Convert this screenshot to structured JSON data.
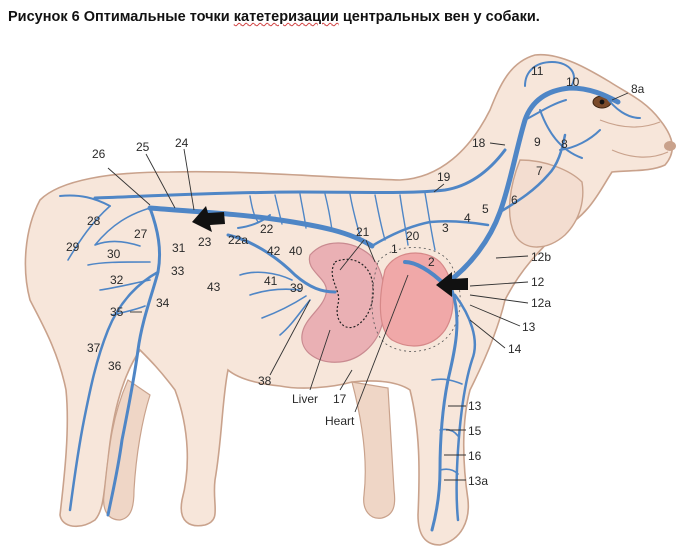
{
  "caption": {
    "prefix": "Рисунок 6 Оптимальные точки ",
    "underlined": "катетеризации",
    "suffix": " центральных вен у собаки."
  },
  "colors": {
    "body_fill": "#f7e6da",
    "body_outline": "#c9a28c",
    "vein": "#4f86c6",
    "vein_light": "#8fb6e0",
    "liver": "#eab0b4",
    "heart": "#f0a8a8",
    "arrow": "#111111"
  },
  "labels": [
    {
      "id": "8a",
      "text": "8a"
    },
    {
      "id": "11",
      "text": "11"
    },
    {
      "id": "10",
      "text": "10"
    },
    {
      "id": "9",
      "text": "9"
    },
    {
      "id": "8",
      "text": "8"
    },
    {
      "id": "7",
      "text": "7"
    },
    {
      "id": "18",
      "text": "18"
    },
    {
      "id": "6",
      "text": "6"
    },
    {
      "id": "5",
      "text": "5"
    },
    {
      "id": "4",
      "text": "4"
    },
    {
      "id": "3",
      "text": "3"
    },
    {
      "id": "19",
      "text": "19"
    },
    {
      "id": "24",
      "text": "24"
    },
    {
      "id": "25",
      "text": "25"
    },
    {
      "id": "26",
      "text": "26"
    },
    {
      "id": "28",
      "text": "28"
    },
    {
      "id": "27",
      "text": "27"
    },
    {
      "id": "29",
      "text": "29"
    },
    {
      "id": "30",
      "text": "30"
    },
    {
      "id": "31",
      "text": "31"
    },
    {
      "id": "23",
      "text": "23"
    },
    {
      "id": "22a",
      "text": "22a"
    },
    {
      "id": "22",
      "text": "22"
    },
    {
      "id": "32",
      "text": "32"
    },
    {
      "id": "33",
      "text": "33"
    },
    {
      "id": "34",
      "text": "34"
    },
    {
      "id": "35",
      "text": "35"
    },
    {
      "id": "37",
      "text": "37"
    },
    {
      "id": "36",
      "text": "36"
    },
    {
      "id": "42",
      "text": "42"
    },
    {
      "id": "40",
      "text": "40"
    },
    {
      "id": "43",
      "text": "43"
    },
    {
      "id": "41",
      "text": "41"
    },
    {
      "id": "39",
      "text": "39"
    },
    {
      "id": "21",
      "text": "21"
    },
    {
      "id": "1",
      "text": "1"
    },
    {
      "id": "20",
      "text": "20"
    },
    {
      "id": "2",
      "text": "2"
    },
    {
      "id": "12b",
      "text": "12b"
    },
    {
      "id": "12",
      "text": "12"
    },
    {
      "id": "12a",
      "text": "12a"
    },
    {
      "id": "13",
      "text": "13"
    },
    {
      "id": "14",
      "text": "14"
    },
    {
      "id": "38",
      "text": "38"
    },
    {
      "id": "liver",
      "text": "Liver"
    },
    {
      "id": "17",
      "text": "17"
    },
    {
      "id": "heart",
      "text": "Heart"
    },
    {
      "id": "13b",
      "text": "13"
    },
    {
      "id": "15",
      "text": "15"
    },
    {
      "id": "16",
      "text": "16"
    },
    {
      "id": "13a",
      "text": "13a"
    }
  ]
}
